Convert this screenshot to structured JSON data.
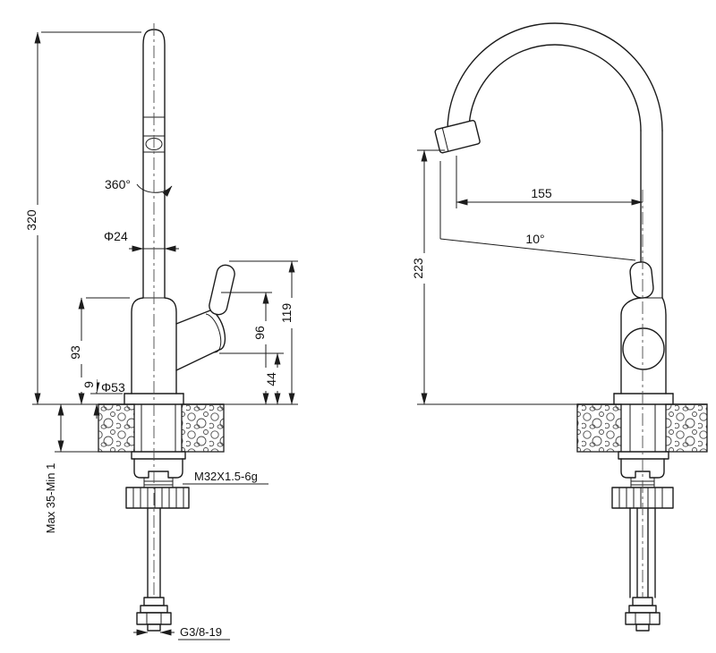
{
  "front_view": {
    "overall_height": "320",
    "swivel_angle": "360°",
    "spout_tube_diameter": "Φ24",
    "body_height": "93",
    "base_plate_thickness": "9",
    "base_diameter": "Φ53",
    "handle_mid_height": "96",
    "handle_top_height": "119",
    "handle_base_height": "44",
    "counter_thickness_range": "Max 35-Min 1",
    "mounting_thread": "M32X1.5-6g",
    "hose_thread": "G3/8-19"
  },
  "side_view": {
    "spout_reach": "155",
    "outlet_angle": "10°",
    "outlet_height": "223"
  },
  "colors": {
    "background": "#ffffff",
    "line": "#1c1c1c"
  }
}
